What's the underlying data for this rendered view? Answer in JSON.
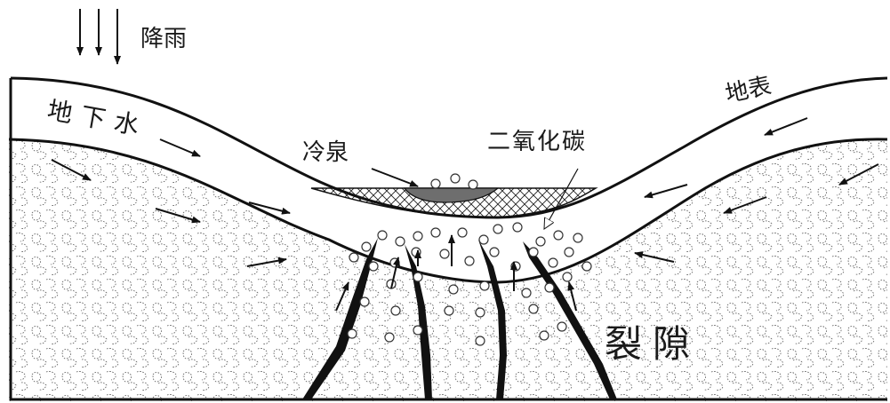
{
  "labels": {
    "rain": "降雨",
    "groundwater": "地下水",
    "surface": "地表",
    "cold_spring": "冷泉",
    "co2": "二氧化碳",
    "fracture": "裂隙"
  },
  "colors": {
    "line": "#111111",
    "rock_pattern": "#555555",
    "spring_fill": "#6e6e6e",
    "background": "#ffffff"
  }
}
